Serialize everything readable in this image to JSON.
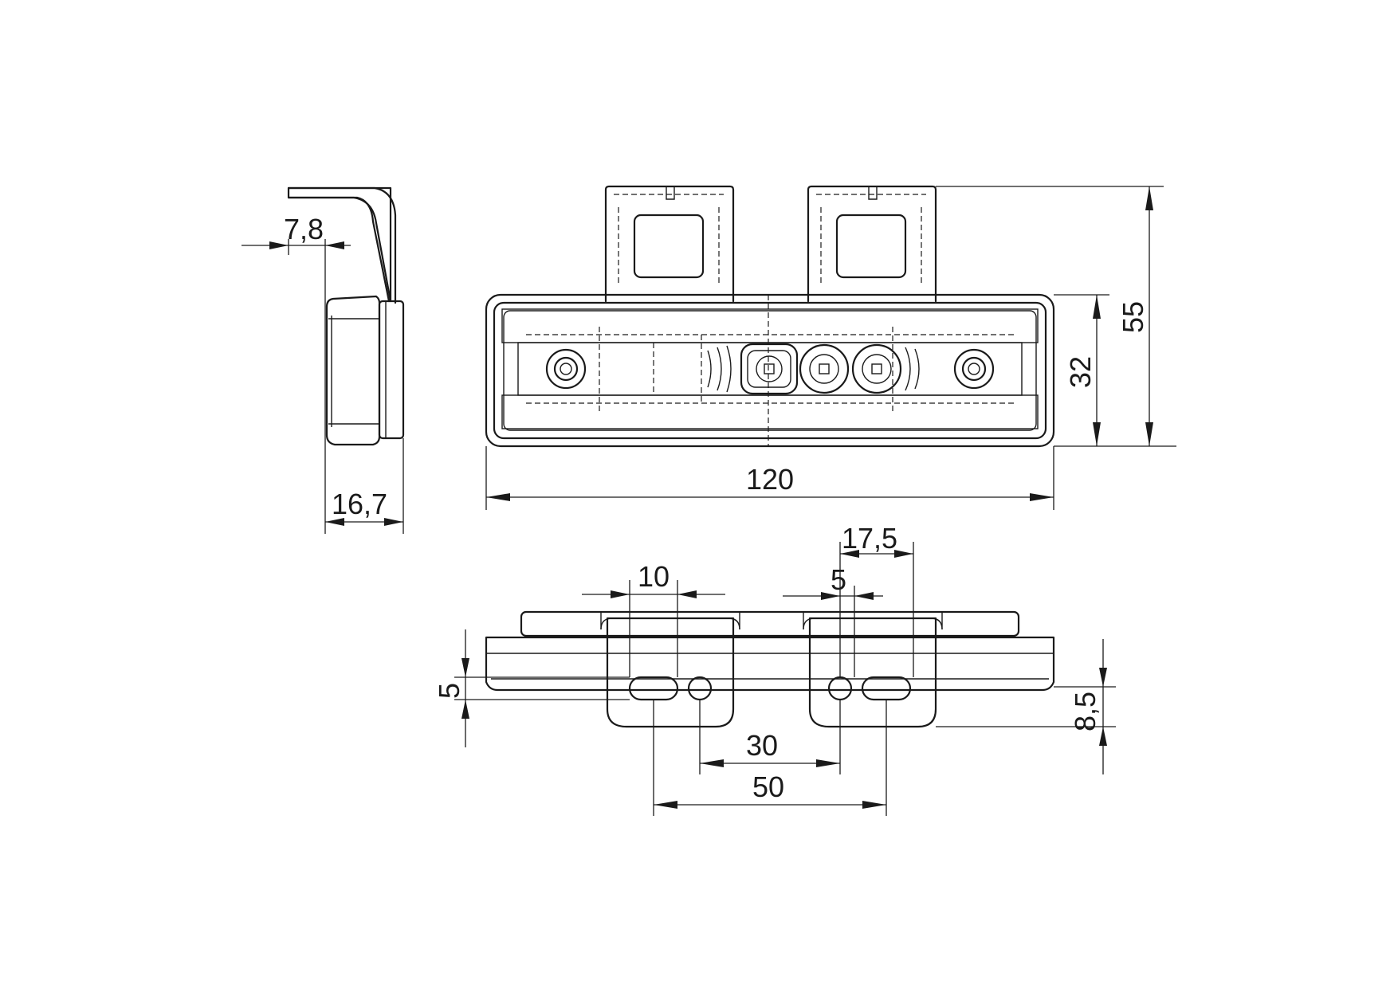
{
  "dimensions": {
    "side_bracket_offset": "7,8",
    "side_depth": "16,7",
    "front_width": "120",
    "front_body_height": "32",
    "front_total_height": "55",
    "bottom_tab_width": "10",
    "bottom_hole_offset": "17,5",
    "bottom_hole_spacing_small": "5",
    "bottom_hole_height": "5",
    "bottom_bracket_depth": "8,5",
    "bottom_hole_distance_30": "30",
    "bottom_hole_distance_50": "50"
  },
  "colors": {
    "line": "#1a1a1a",
    "background": "#ffffff"
  }
}
